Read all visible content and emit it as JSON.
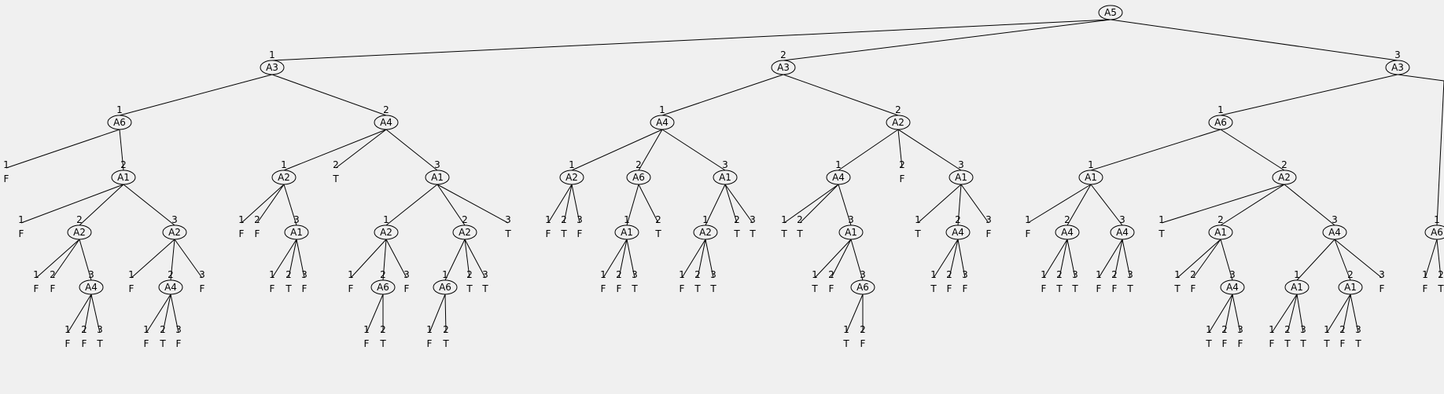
{
  "tree": {
    "label": "A5",
    "children": [
      {
        "edge": "1",
        "label": "A3",
        "children": [
          {
            "edge": "1",
            "label": "A6",
            "children": [
              {
                "edge": "1",
                "leaf": "F"
              },
              {
                "edge": "2",
                "label": "A1",
                "children": [
                  {
                    "edge": "1",
                    "leaf": "F"
                  },
                  {
                    "edge": "2",
                    "label": "A2",
                    "children": [
                      {
                        "edge": "1",
                        "leaf": "F"
                      },
                      {
                        "edge": "2",
                        "leaf": "F"
                      },
                      {
                        "edge": "3",
                        "label": "A4",
                        "children": [
                          {
                            "edge": "1",
                            "leaf": "F"
                          },
                          {
                            "edge": "2",
                            "leaf": "F"
                          },
                          {
                            "edge": "3",
                            "leaf": "T"
                          }
                        ]
                      }
                    ]
                  },
                  {
                    "edge": "3",
                    "label": "A2",
                    "children": [
                      {
                        "edge": "1",
                        "leaf": "F"
                      },
                      {
                        "edge": "2",
                        "label": "A4",
                        "children": [
                          {
                            "edge": "1",
                            "leaf": "F"
                          },
                          {
                            "edge": "2",
                            "leaf": "T"
                          },
                          {
                            "edge": "3",
                            "leaf": "F"
                          }
                        ]
                      },
                      {
                        "edge": "3",
                        "leaf": "F"
                      }
                    ]
                  }
                ]
              }
            ]
          },
          {
            "edge": "2",
            "label": "A4",
            "children": [
              {
                "edge": "1",
                "label": "A2",
                "children": [
                  {
                    "edge": "1",
                    "leaf": "F"
                  },
                  {
                    "edge": "2",
                    "leaf": "F"
                  },
                  {
                    "edge": "3",
                    "label": "A1",
                    "children": [
                      {
                        "edge": "1",
                        "leaf": "F"
                      },
                      {
                        "edge": "2",
                        "leaf": "T"
                      },
                      {
                        "edge": "3",
                        "leaf": "F"
                      }
                    ]
                  }
                ]
              },
              {
                "edge": "2",
                "leaf": "T"
              },
              {
                "edge": "3",
                "label": "A1",
                "children": [
                  {
                    "edge": "1",
                    "label": "A2",
                    "children": [
                      {
                        "edge": "1",
                        "leaf": "F"
                      },
                      {
                        "edge": "2",
                        "label": "A6",
                        "children": [
                          {
                            "edge": "1",
                            "leaf": "F"
                          },
                          {
                            "edge": "2",
                            "leaf": "T"
                          }
                        ]
                      },
                      {
                        "edge": "3",
                        "leaf": "F"
                      }
                    ]
                  },
                  {
                    "edge": "2",
                    "label": "A2",
                    "children": [
                      {
                        "edge": "1",
                        "label": "A6",
                        "children": [
                          {
                            "edge": "1",
                            "leaf": "F"
                          },
                          {
                            "edge": "2",
                            "leaf": "T"
                          }
                        ]
                      },
                      {
                        "edge": "2",
                        "leaf": "T"
                      },
                      {
                        "edge": "3",
                        "leaf": "T"
                      }
                    ]
                  },
                  {
                    "edge": "3",
                    "leaf": "T"
                  }
                ]
              }
            ]
          }
        ]
      },
      {
        "edge": "2",
        "label": "A3",
        "children": [
          {
            "edge": "1",
            "label": "A4",
            "children": [
              {
                "edge": "1",
                "label": "A2",
                "children": [
                  {
                    "edge": "1",
                    "leaf": "F"
                  },
                  {
                    "edge": "2",
                    "leaf": "T"
                  },
                  {
                    "edge": "3",
                    "leaf": "F"
                  }
                ]
              },
              {
                "edge": "2",
                "label": "A6",
                "children": [
                  {
                    "edge": "1",
                    "label": "A1",
                    "children": [
                      {
                        "edge": "1",
                        "leaf": "F"
                      },
                      {
                        "edge": "2",
                        "leaf": "F"
                      },
                      {
                        "edge": "3",
                        "leaf": "T"
                      }
                    ]
                  },
                  {
                    "edge": "2",
                    "leaf": "T"
                  }
                ]
              },
              {
                "edge": "3",
                "label": "A1",
                "children": [
                  {
                    "edge": "1",
                    "label": "A2",
                    "children": [
                      {
                        "edge": "1",
                        "leaf": "F"
                      },
                      {
                        "edge": "2",
                        "leaf": "T"
                      },
                      {
                        "edge": "3",
                        "leaf": "T"
                      }
                    ]
                  },
                  {
                    "edge": "2",
                    "leaf": "T"
                  },
                  {
                    "edge": "3",
                    "leaf": "T"
                  }
                ]
              }
            ]
          },
          {
            "edge": "2",
            "label": "A2",
            "children": [
              {
                "edge": "1",
                "label": "A4",
                "children": [
                  {
                    "edge": "1",
                    "leaf": "T"
                  },
                  {
                    "edge": "2",
                    "leaf": "T"
                  },
                  {
                    "edge": "3",
                    "label": "A1",
                    "children": [
                      {
                        "edge": "1",
                        "leaf": "T"
                      },
                      {
                        "edge": "2",
                        "leaf": "F"
                      },
                      {
                        "edge": "3",
                        "label": "A6",
                        "children": [
                          {
                            "edge": "1",
                            "leaf": "T"
                          },
                          {
                            "edge": "2",
                            "leaf": "F"
                          }
                        ]
                      }
                    ]
                  }
                ]
              },
              {
                "edge": "2",
                "leaf": "F"
              },
              {
                "edge": "3",
                "label": "A1",
                "children": [
                  {
                    "edge": "1",
                    "leaf": "T"
                  },
                  {
                    "edge": "2",
                    "label": "A4",
                    "children": [
                      {
                        "edge": "1",
                        "leaf": "T"
                      },
                      {
                        "edge": "2",
                        "leaf": "F"
                      },
                      {
                        "edge": "3",
                        "leaf": "F"
                      }
                    ]
                  },
                  {
                    "edge": "3",
                    "leaf": "F"
                  }
                ]
              }
            ]
          }
        ]
      },
      {
        "edge": "3",
        "label": "A3",
        "children": [
          {
            "edge": "1",
            "label": "A6",
            "children": [
              {
                "edge": "1",
                "label": "A1",
                "children": [
                  {
                    "edge": "1",
                    "leaf": "F"
                  },
                  {
                    "edge": "2",
                    "label": "A4",
                    "children": [
                      {
                        "edge": "1",
                        "leaf": "F"
                      },
                      {
                        "edge": "2",
                        "leaf": "T"
                      },
                      {
                        "edge": "3",
                        "leaf": "T"
                      }
                    ]
                  },
                  {
                    "edge": "3",
                    "label": "A4",
                    "children": [
                      {
                        "edge": "1",
                        "leaf": "F"
                      },
                      {
                        "edge": "2",
                        "leaf": "F"
                      },
                      {
                        "edge": "3",
                        "leaf": "T"
                      }
                    ]
                  }
                ]
              },
              {
                "edge": "2",
                "label": "A2",
                "children": [
                  {
                    "edge": "1",
                    "leaf": "T"
                  },
                  {
                    "edge": "2",
                    "label": "A1",
                    "children": [
                      {
                        "edge": "1",
                        "leaf": "T"
                      },
                      {
                        "edge": "2",
                        "leaf": "F"
                      },
                      {
                        "edge": "3",
                        "label": "A4",
                        "children": [
                          {
                            "edge": "1",
                            "leaf": "T"
                          },
                          {
                            "edge": "2",
                            "leaf": "F"
                          },
                          {
                            "edge": "3",
                            "leaf": "F"
                          }
                        ]
                      }
                    ]
                  },
                  {
                    "edge": "3",
                    "label": "A4",
                    "children": [
                      {
                        "edge": "1",
                        "label": "A1",
                        "children": [
                          {
                            "edge": "1",
                            "leaf": "F"
                          },
                          {
                            "edge": "2",
                            "leaf": "T"
                          },
                          {
                            "edge": "3",
                            "leaf": "T"
                          }
                        ]
                      },
                      {
                        "edge": "2",
                        "label": "A1",
                        "children": [
                          {
                            "edge": "1",
                            "leaf": "T"
                          },
                          {
                            "edge": "2",
                            "leaf": "F"
                          },
                          {
                            "edge": "3",
                            "leaf": "T"
                          }
                        ]
                      },
                      {
                        "edge": "3",
                        "leaf": "F"
                      }
                    ]
                  }
                ]
              }
            ]
          },
          {
            "edge": "",
            "label": "",
            "children": [
              {
                "edge": "1",
                "label": "A6",
                "children": [
                  {
                    "edge": "1",
                    "leaf": "F"
                  },
                  {
                    "edge": "2",
                    "leaf": "T"
                  }
                ]
              }
            ]
          }
        ]
      }
    ]
  }
}
